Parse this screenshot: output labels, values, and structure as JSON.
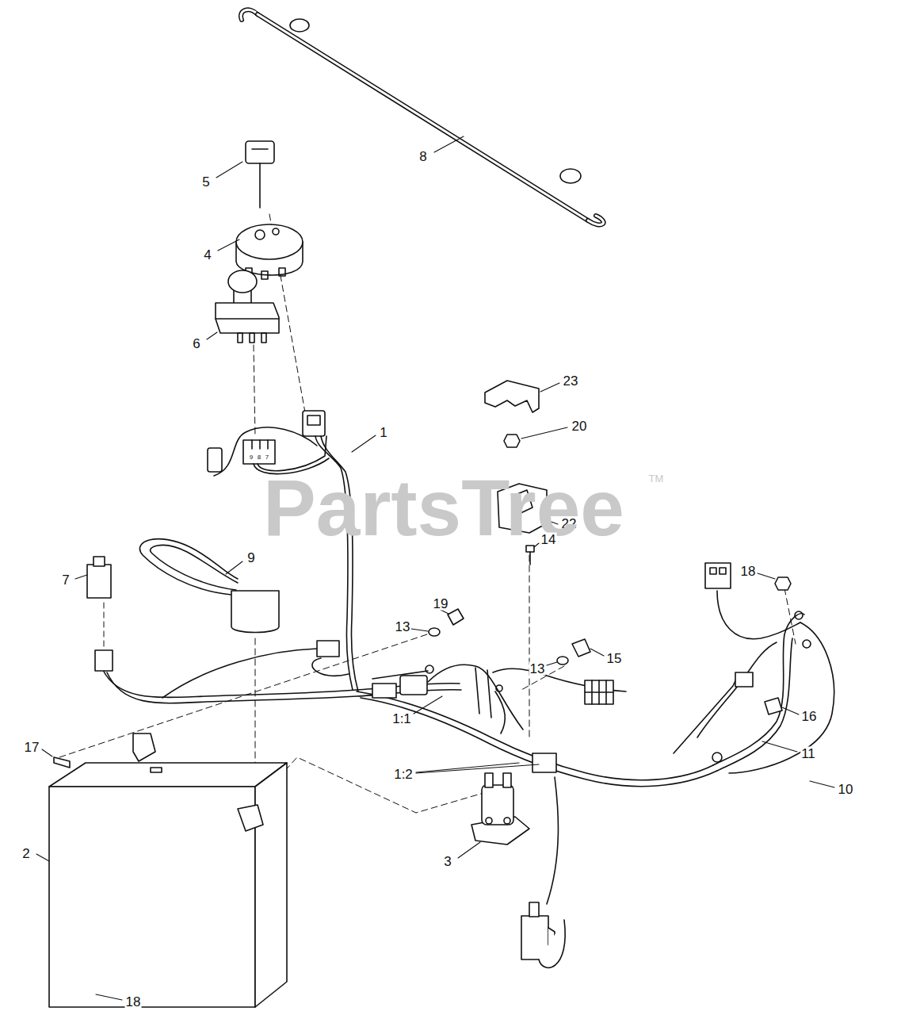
{
  "diagram": {
    "labels": [
      "8",
      "5",
      "4",
      "6",
      "9",
      "8",
      "7",
      "23",
      "20",
      "1",
      "22",
      "PartsTree",
      "TM",
      "9",
      "14",
      "18",
      "7",
      "19",
      "13",
      "15",
      "13",
      "16",
      "17",
      "1:1",
      "1:2",
      "11",
      "10",
      "2",
      "3",
      "18"
    ]
  }
}
